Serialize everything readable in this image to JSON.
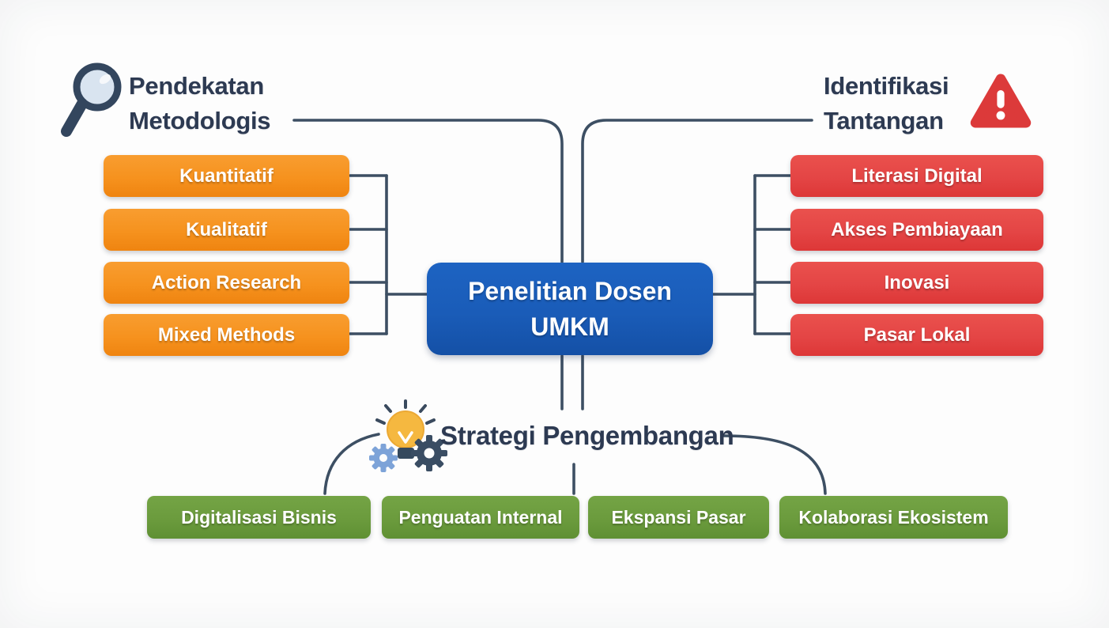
{
  "colors": {
    "bg": "#fdfdfd",
    "line": "#3d4f63",
    "heading-text": "#2d3a52",
    "node-text": "#ffffff",
    "orange": "#f6921e",
    "orange-dark": "#ef8410",
    "red": "#e44545",
    "red-dark": "#dd3737",
    "green": "#6b9b3d",
    "green-dark": "#5f9033",
    "blue": "#1a5cb8",
    "blue-dark": "#1450a6",
    "warning-red": "#dc3a3a",
    "bulb-yellow": "#f5b840",
    "gear-blue": "#7da3d8",
    "gear-dark": "#3a4d63",
    "lens-blue": "#d9e4f0"
  },
  "center": {
    "line1": "Penelitian Dosen",
    "line2": "UMKM"
  },
  "branches": {
    "metodologi": {
      "title_line1": "Pendekatan",
      "title_line2": "Metodologis",
      "icon": "magnifier-icon",
      "items": [
        "Kuantitatif",
        "Kualitatif",
        "Action Research",
        "Mixed Methods"
      ]
    },
    "tantangan": {
      "title_line1": "Identifikasi",
      "title_line2": "Tantangan",
      "icon": "warning-icon",
      "items": [
        "Literasi Digital",
        "Akses Pembiayaan",
        "Inovasi",
        "Pasar Lokal"
      ]
    },
    "strategi": {
      "title": "Strategi Pengembangan",
      "icon": "idea-gears-icon",
      "items": [
        "Digitalisasi Bisnis",
        "Penguatan Internal",
        "Ekspansi Pasar",
        "Kolaborasi Ekosistem"
      ]
    }
  }
}
